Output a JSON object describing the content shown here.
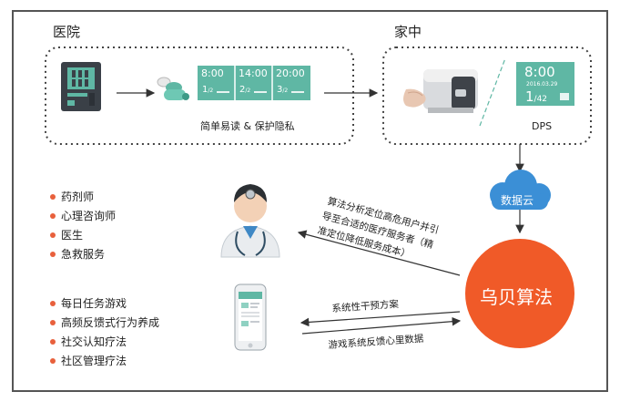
{
  "sections": {
    "hospital_label": "医院",
    "home_label": "家中"
  },
  "pill_strip": {
    "cells": [
      {
        "time": "8:00",
        "num": "1",
        "sub": "/2"
      },
      {
        "time": "14:00",
        "num": "2",
        "sub": "/2"
      },
      {
        "time": "20:00",
        "num": "3",
        "sub": "/2"
      }
    ],
    "caption": "简单易读 & 保护隐私"
  },
  "dps_device": {
    "time": "8:00",
    "date": "2016.03.29",
    "count": "1",
    "count_sub": "/42",
    "label": "DPS"
  },
  "cloud": {
    "label": "数据云"
  },
  "algorithm": {
    "label": "乌贝算法"
  },
  "providers": [
    "药剂师",
    "心理咨询师",
    "医生",
    "急救服务"
  ],
  "programs": [
    "每日任务游戏",
    "高频反馈式行为养成",
    "社交认知疗法",
    "社区管理疗法"
  ],
  "arrow_texts": {
    "upper": [
      "算法分析定位高危用户并引",
      "导至合适的医疗服务者（精",
      "准定位降低服务成本）"
    ],
    "intervention": "系统性干预方案",
    "feedback": "游戏系统反馈心里数据"
  },
  "colors": {
    "teal": "#5fb7a4",
    "orange": "#f05a28",
    "cloud_blue": "#3b8fd6",
    "bullet": "#e8603c"
  }
}
